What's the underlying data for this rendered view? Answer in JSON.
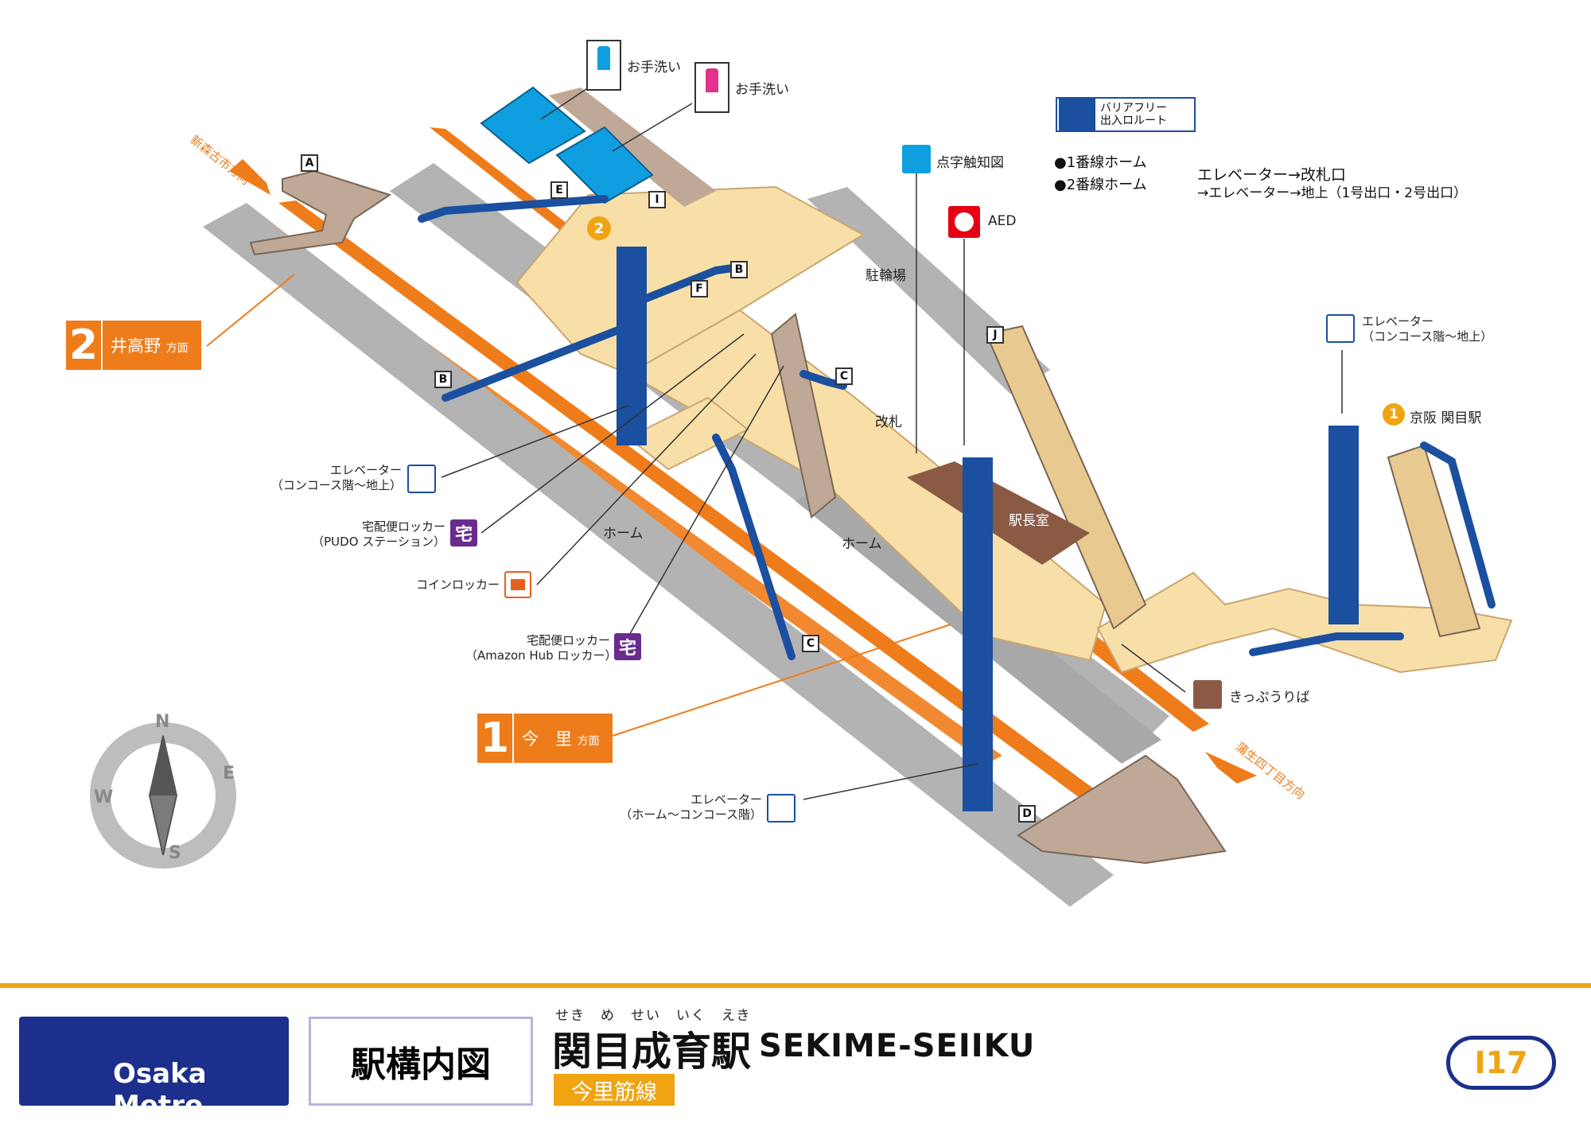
{
  "header": {
    "title_box": "駅構内図",
    "station_ruby": "せき　め　せい　いく　えき",
    "station_name_ja": "関目成育駅",
    "station_name_en": "SEKIME-SEIIKU",
    "line_name": "今里筋線",
    "station_code": "I17",
    "logo_text": "Osaka Metro"
  },
  "colors": {
    "metro_blue": "#1d2f8c",
    "line_orange": "#f0a412",
    "direction_orange": "#ef7c1a",
    "elevator_blue": "#1b4fa0",
    "platform_gray": "#b3b3b3",
    "concourse_cream": "#f8dfa8",
    "stair_brown": "#c0a896",
    "toilet_cyan": "#0f9ee0",
    "station_office_brown": "#8b5a45",
    "locker_purple": "#6a2b8e",
    "coin_locker_orange": "#e75f1e"
  },
  "directions": {
    "top_left_arrow": "新森古市方向",
    "bottom_right_arrow": "蒲生四丁目方向",
    "platform2": {
      "num": "2",
      "label": "井高野",
      "suffix": "方面"
    },
    "platform1": {
      "num": "1",
      "label": "今　里",
      "suffix": "方面"
    }
  },
  "labels": {
    "toilet_men": "お手洗い",
    "toilet_women": "お手洗い",
    "tactile_map": "点字触知図",
    "aed": "AED",
    "bicycle_parking": "駐輪場",
    "ticket_gate": "改札",
    "station_office": "駅長室",
    "platform_left": "ホーム",
    "platform_right": "ホーム",
    "ticket_machine": "きっぷうりば",
    "keihan_station": "京阪 関目駅",
    "keihan_num": "1",
    "circle2": "2",
    "elevator_concourse_ground_right_1": "エレベーター",
    "elevator_concourse_ground_right_2": "（コンコース階～地上）",
    "elevator_concourse_ground_left_1": "エレベーター",
    "elevator_concourse_ground_left_2": "（コンコース階～地上）",
    "delivery_locker_pudo_1": "宅配便ロッカー",
    "delivery_locker_pudo_2": "（PUDO ステーション）",
    "coin_locker": "コインロッカー",
    "delivery_locker_amazon_1": "宅配便ロッカー",
    "delivery_locker_amazon_2": "（Amazon Hub ロッカー）",
    "elevator_platform_1": "エレベーター",
    "elevator_platform_2": "（ホーム～コンコース階）",
    "locker_kanji": "宅"
  },
  "exits": [
    "A",
    "B",
    "B",
    "C",
    "C",
    "D",
    "E",
    "F",
    "I",
    "J"
  ],
  "barrier_free": {
    "legend_line1": "バリアフリー",
    "legend_line2": "出入ロルート",
    "route1_from": "●1番線ホーム",
    "route2_from": "●2番線ホーム",
    "route_a": "エレベーター→改札口",
    "route_b": "→エレベーター→地上（1号出口・2号出口）"
  },
  "compass": {
    "N": "N",
    "E": "E",
    "S": "S",
    "W": "W"
  }
}
